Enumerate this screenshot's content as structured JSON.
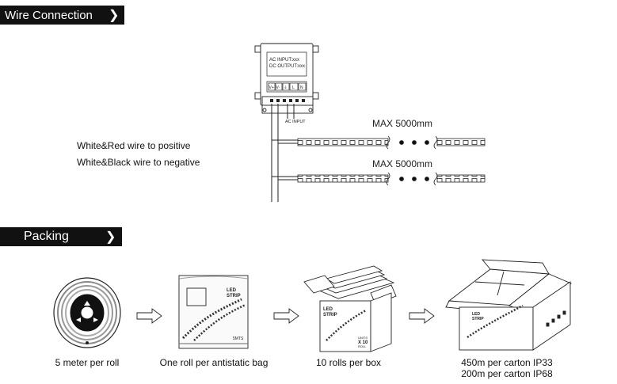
{
  "wire_section": {
    "title": "Wire Connection",
    "chevron": "❯",
    "power_label_1": "AC INPUT:xxx",
    "power_label_2": "DC OUTPUT:xxx",
    "terminals": [
      "V+",
      "V-",
      "⏚",
      "L",
      "N"
    ],
    "ac_input_label": "AC INPUT",
    "max_length_1": "MAX  5000mm",
    "max_length_2": "MAX  5000mm",
    "note_positive": "White&Red wire to positive",
    "note_negative": "White&Black wire to negative"
  },
  "packing_section": {
    "title": "Packing",
    "chevron": "❯",
    "bag_brand": "LED",
    "bag_brand_2": "STRIP",
    "bag_length": "5MTS",
    "box_brand": "LED",
    "box_brand_2": "STRIP",
    "box_qty_1": "UNITS",
    "box_qty_2": "X 10",
    "box_qty_3": "ROLL",
    "steps": [
      {
        "caption": "5 meter per roll"
      },
      {
        "caption": "One roll per antistatic bag"
      },
      {
        "caption": "10 rolls per box"
      },
      {
        "caption": "450m per carton IP33",
        "caption_2": "200m per carton IP68"
      }
    ]
  },
  "icons": [
    "power-supply-icon",
    "led-strip-icon",
    "reel-icon",
    "antistatic-bag-icon",
    "box-icon",
    "carton-icon",
    "arrow-right-icon"
  ]
}
